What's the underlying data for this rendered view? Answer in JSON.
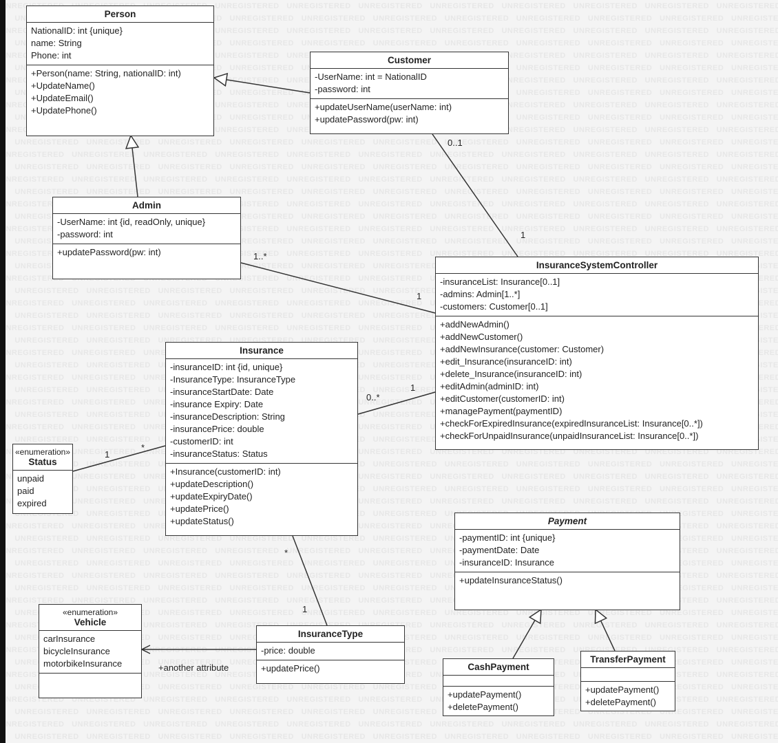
{
  "watermark": "UNREGISTERED",
  "classes": {
    "person": {
      "name": "Person",
      "attributes": [
        "NationalID: int {unique}",
        "name: String",
        "Phone: int"
      ],
      "operations": [
        "+Person(name: String, nationalID: int)",
        "+UpdateName()",
        "+UpdateEmail()",
        "+UpdatePhone()"
      ]
    },
    "customer": {
      "name": "Customer",
      "attributes": [
        "-UserName: int = NationalID",
        "-password: int"
      ],
      "operations": [
        "+updateUserName(userName: int)",
        "+updatePassword(pw: int)"
      ]
    },
    "admin": {
      "name": "Admin",
      "attributes": [
        "-UserName: int {id, readOnly, unique}",
        "-password: int"
      ],
      "operations": [
        "+updatePassword(pw: int)"
      ]
    },
    "controller": {
      "name": "InsuranceSystemController",
      "attributes": [
        "-insuranceList: Insurance[0..1]",
        "-admins: Admin[1..*]",
        "-customers: Customer[0..1]"
      ],
      "operations": [
        "+addNewAdmin()",
        "+addNewCustomer()",
        "+addNewInsurance(customer: Customer)",
        "+edit_Insurance(insuranceID: int)",
        "+delete_Insurance(insuranceID: int)",
        "+editAdmin(adminID: int)",
        "+editCustomer(customerID: int)",
        "+managePayment(paymentID)",
        "+checkForExpiredInsurance(expiredInsuranceList: Insurance[0..*])",
        "+checkForUnpaidInsurance(unpaidInsuranceList: Insurance[0..*])"
      ]
    },
    "insurance": {
      "name": "Insurance",
      "attributes": [
        "-insuranceID: int {id, unique}",
        "-InsuranceType: InsuranceType",
        "-insuranceStartDate: Date",
        "-insurance Expiry: Date",
        "-insuranceDescription: String",
        "-insurancePrice: double",
        "-customerID: int",
        "-insuranceStatus: Status"
      ],
      "operations": [
        "+Insurance(customerID: int)",
        "+updateDescription()",
        "+updateExpiryDate()",
        "+updatePrice()",
        "+updateStatus()"
      ]
    },
    "status": {
      "stereotype": "«enumeration»",
      "name": "Status",
      "literals": [
        "unpaid",
        "paid",
        "expired"
      ]
    },
    "payment": {
      "name": "Payment",
      "attributes": [
        "-paymentID: int {unique}",
        "-paymentDate: Date",
        "-insuranceID: Insurance"
      ],
      "operations": [
        "+updateInsuranceStatus()"
      ]
    },
    "vehicle": {
      "stereotype": "«enumeration»",
      "name": "Vehicle",
      "literals": [
        "carInsurance",
        "bicycleInsurance",
        "motorbikeInsurance"
      ]
    },
    "insurancetype": {
      "name": "InsuranceType",
      "attributes": [
        "-price: double"
      ],
      "operations": [
        "+updatePrice()"
      ]
    },
    "cashpayment": {
      "name": "CashPayment",
      "attributes": [],
      "operations": [
        "+updatePayment()",
        "+deletePayment()"
      ]
    },
    "transferpayment": {
      "name": "TransferPayment",
      "attributes": [],
      "operations": [
        "+updatePayment()",
        "+deletePayment()"
      ]
    }
  },
  "labels": {
    "customer_mult": "0..1",
    "controller_customer_mult": "1",
    "admin_mult": "1..*",
    "controller_admin_mult": "1",
    "insurance_mult": "0..*",
    "controller_insurance_mult": "1",
    "status_mult_one": "1",
    "status_mult_many": "*",
    "insurance_type_many": "*",
    "insurance_type_one": "1",
    "vehicle_attr": "+another attribute"
  }
}
